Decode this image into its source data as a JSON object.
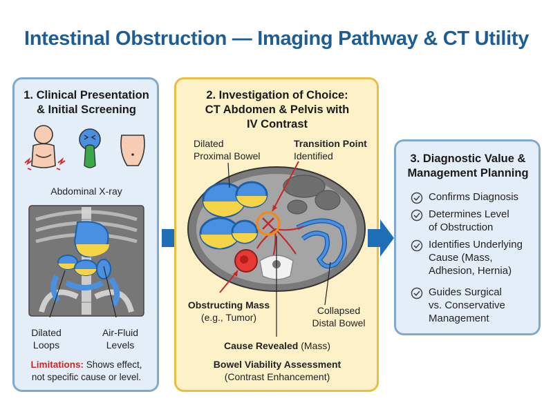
{
  "title": "Intestinal Obstruction — Imaging Pathway & CT Utility",
  "panel1": {
    "heading_line1": "1. Clinical Presentation",
    "heading_line2": "& Initial Screening",
    "xray_label": "Abdominal X-ray",
    "label_dilated_line1": "Dilated",
    "label_dilated_line2": "Loops",
    "label_airfluid_line1": "Air-Fluid",
    "label_airfluid_line2": "Levels",
    "limitations_label": "Limitations:",
    "limitations_text_line1": " Shows effect,",
    "limitations_text_line2": "not specific cause or level.",
    "icons": [
      "abdominal-pain-icon",
      "vomiting-icon",
      "distended-abdomen-icon"
    ]
  },
  "panel2": {
    "heading_line1": "2. Investigation of Choice:",
    "heading_line2": "CT Abdomen & Pelvis with",
    "heading_line3": "IV Contrast",
    "label_dilated_line1": "Dilated",
    "label_dilated_line2": "Proximal Bowel",
    "label_transition_line1": "Transition Point",
    "label_transition_line2": "Identified",
    "label_mass_line1": "Obstructing Mass",
    "label_mass_line2": "(e.g., Tumor)",
    "label_collapsed_line1": "Collapsed",
    "label_collapsed_line2": "Distal Bowel",
    "cause_bold": "Cause Revealed",
    "cause_rest": " (Mass)",
    "viability_bold": "Bowel Viability Assessment",
    "viability_rest": "(Contrast Enhancement)"
  },
  "panel3": {
    "heading_line1": "3. Diagnostic Value &",
    "heading_line2": "Management Planning",
    "items": [
      {
        "line1": "Confirms Diagnosis",
        "line2": "",
        "line3": ""
      },
      {
        "line1": "Determines Level",
        "line2": "of Obstruction",
        "line3": ""
      },
      {
        "line1": "Identifies Underlying",
        "line2": "Cause (Mass,",
        "line3": "Adhesion, Hernia)"
      },
      {
        "line1": "Guides Surgical",
        "line2": "vs. Conservative",
        "line3": "Management"
      }
    ]
  },
  "colors": {
    "title": "#1e5c94",
    "arrow": "#1f6fb8",
    "bowel_blue": "#3f87d6",
    "fluid_yellow": "#f5d547",
    "panel_blue_bg": "#e4eef8",
    "panel_yellow_bg": "#fdf1c8",
    "alert_red": "#c62828",
    "transition_orange": "#f08a1c"
  }
}
